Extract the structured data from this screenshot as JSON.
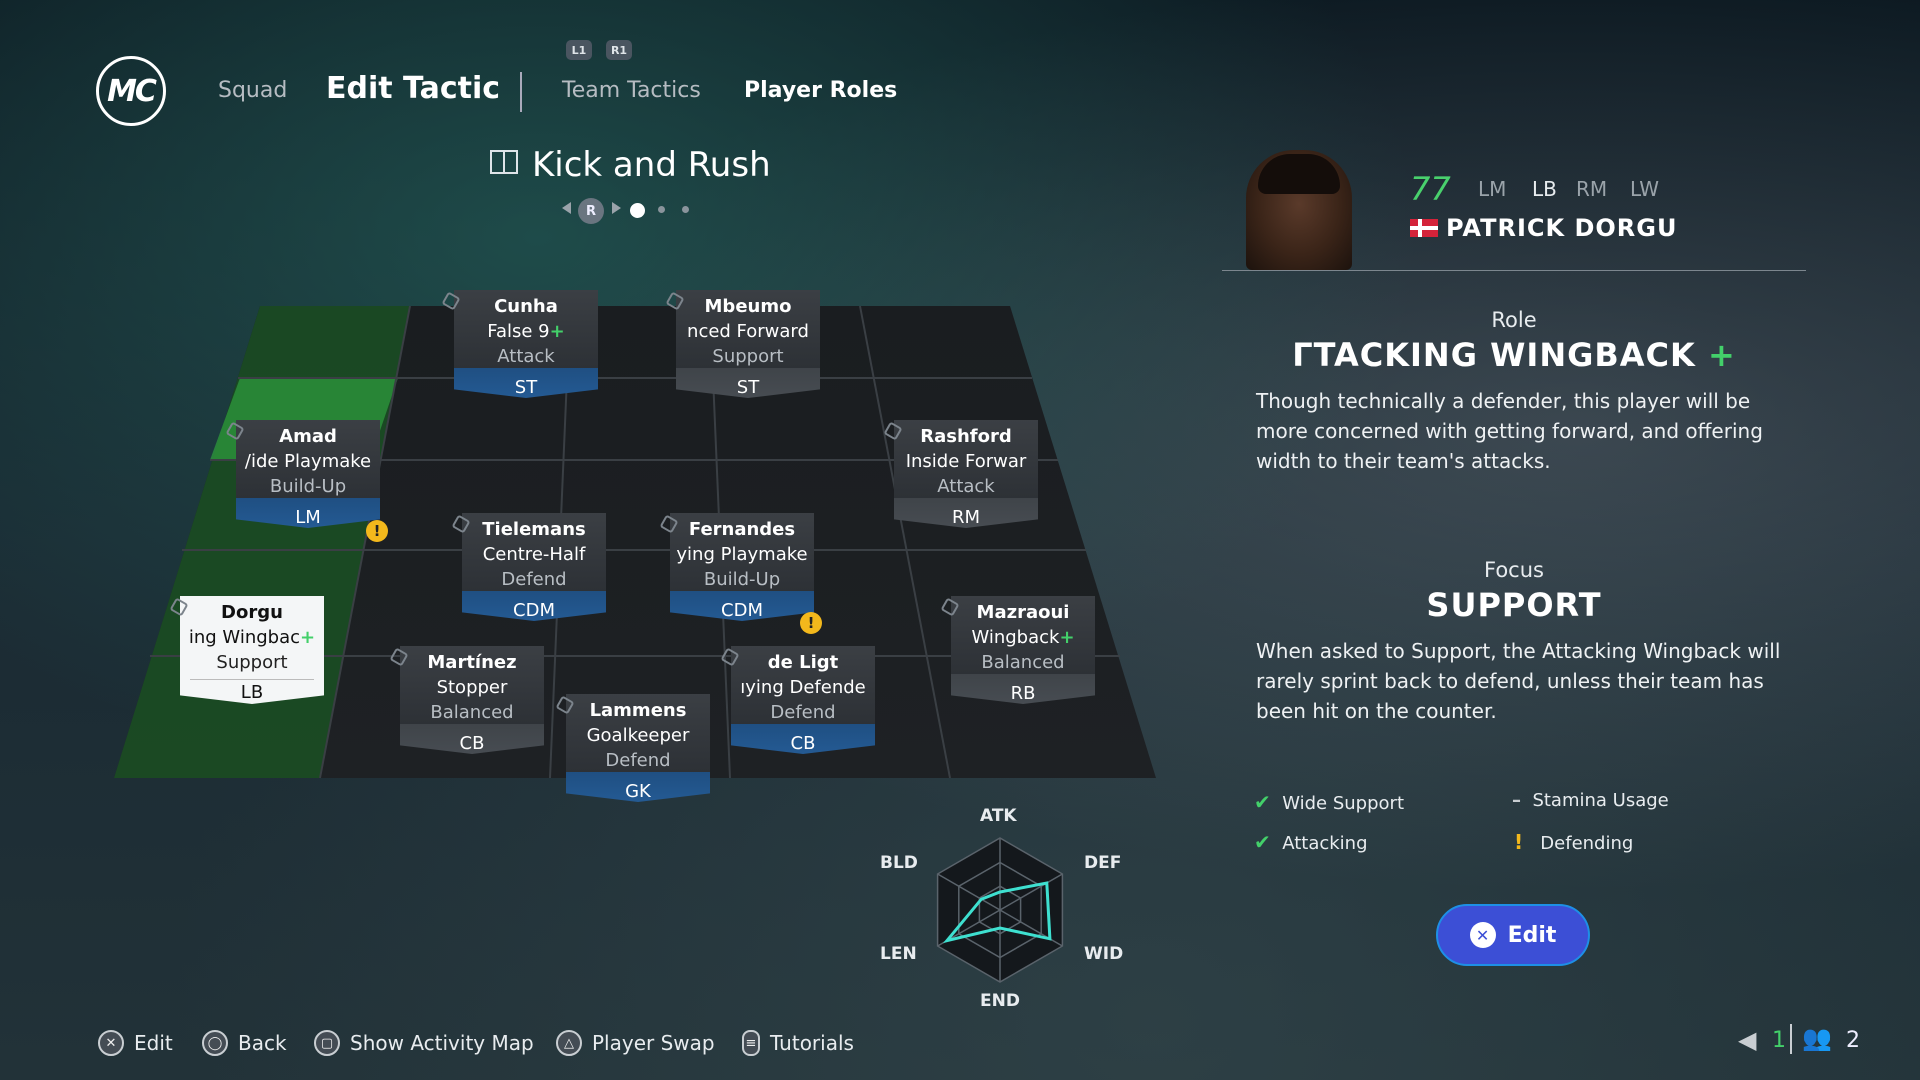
{
  "header": {
    "logo_text": "MC",
    "tabs": [
      "Squad",
      "Edit Tactic"
    ],
    "shoulder_buttons": [
      "L1",
      "R1"
    ],
    "subtabs": [
      "Team Tactics",
      "Player Roles"
    ]
  },
  "tactic": {
    "name": "Kick and Rush",
    "pager_button": "R"
  },
  "players": [
    {
      "name": "Cunha",
      "role": "False 9",
      "focus": "Attack",
      "pos": "ST",
      "plus": true
    },
    {
      "name": "Mbeumo",
      "role": "nced Forward",
      "focus": "Support",
      "pos": "ST",
      "plus": false
    },
    {
      "name": "Amad",
      "role": "/ide Playmake",
      "focus": "Build-Up",
      "pos": "LM",
      "plus": false
    },
    {
      "name": "Rashford",
      "role": "Inside Forwar",
      "focus": "Attack",
      "pos": "RM",
      "plus": false
    },
    {
      "name": "Tielemans",
      "role": "Centre-Half",
      "focus": "Defend",
      "pos": "CDM",
      "plus": false
    },
    {
      "name": "Fernandes",
      "role": "ying Playmake",
      "focus": "Build-Up",
      "pos": "CDM",
      "plus": false
    },
    {
      "name": "Dorgu",
      "role": "ing Wingbac",
      "focus": "Support",
      "pos": "LB",
      "plus": true
    },
    {
      "name": "Mazraoui",
      "role": "Wingback",
      "focus": "Balanced",
      "pos": "RB",
      "plus": true
    },
    {
      "name": "Martínez",
      "role": "Stopper",
      "focus": "Balanced",
      "pos": "CB",
      "plus": false
    },
    {
      "name": "de Ligt",
      "role": "ıying Defende",
      "focus": "Defend",
      "pos": "CB",
      "plus": false
    },
    {
      "name": "Lammens",
      "role": "Goalkeeper",
      "focus": "Defend",
      "pos": "GK",
      "plus": false
    }
  ],
  "radar": {
    "labels": [
      "ATK",
      "DEF",
      "WID",
      "END",
      "LEN",
      "BLD"
    ],
    "values": [
      0.25,
      0.75,
      0.8,
      0.25,
      0.85,
      0.3
    ],
    "color": "#3ee0d0"
  },
  "player_panel": {
    "rating": "77",
    "positions": [
      "LM",
      "LB",
      "RM",
      "LW"
    ],
    "current_position": "LB",
    "name": "PATRICK DORGU",
    "role_label": "Role",
    "role_value": "ΓTACKING WINGBACK",
    "role_desc": "Though technically a defender, this player will be more concerned with getting forward, and offering width to their team's attacks.",
    "focus_label": "Focus",
    "focus_value": "SUPPORT",
    "focus_desc": "When asked to Support, the Attacking Wingback will rarely sprint back to defend, unless their team has been hit on the counter.",
    "traits": [
      {
        "icon": "check",
        "label": "Wide Support"
      },
      {
        "icon": "dash",
        "label": "Stamina Usage"
      },
      {
        "icon": "check",
        "label": "Attacking"
      },
      {
        "icon": "warning",
        "label": "Defending"
      }
    ],
    "edit_label": "Edit"
  },
  "footer": {
    "hints": [
      {
        "button": "✕",
        "label": "Edit"
      },
      {
        "button": "◯",
        "label": "Back"
      },
      {
        "button": "▢",
        "label": "Show Activity Map"
      },
      {
        "button": "△",
        "label": "Player Swap"
      },
      {
        "button": "≡",
        "label": "Tutorials"
      }
    ],
    "count_1": "1",
    "count_2": "2"
  },
  "colors": {
    "accent_green": "#43d06a",
    "card_blue": "#245a93",
    "warning": "#f3b81c",
    "edit_button": "#3c4fd6"
  }
}
